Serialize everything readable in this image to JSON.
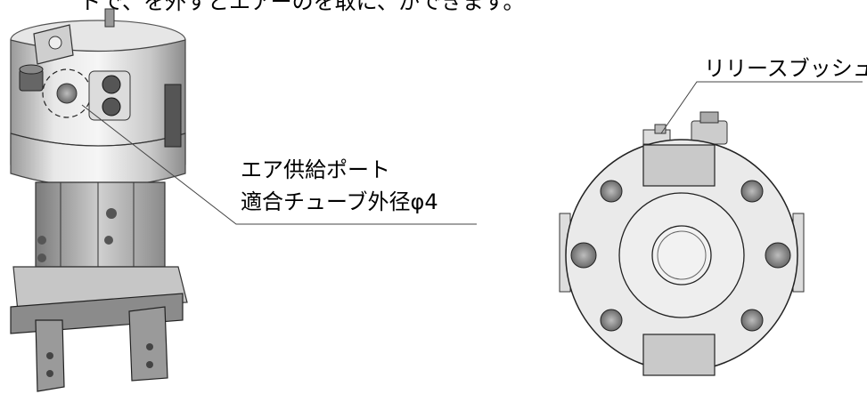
{
  "diagram": {
    "top_caption": "ドで、を外すとエアーのを取に、かできます。",
    "callout_air_port_line1": "エア供給ポート",
    "callout_air_port_line2": "適合チューブ外径φ4",
    "callout_release_bush": "リリースブッシュ"
  }
}
